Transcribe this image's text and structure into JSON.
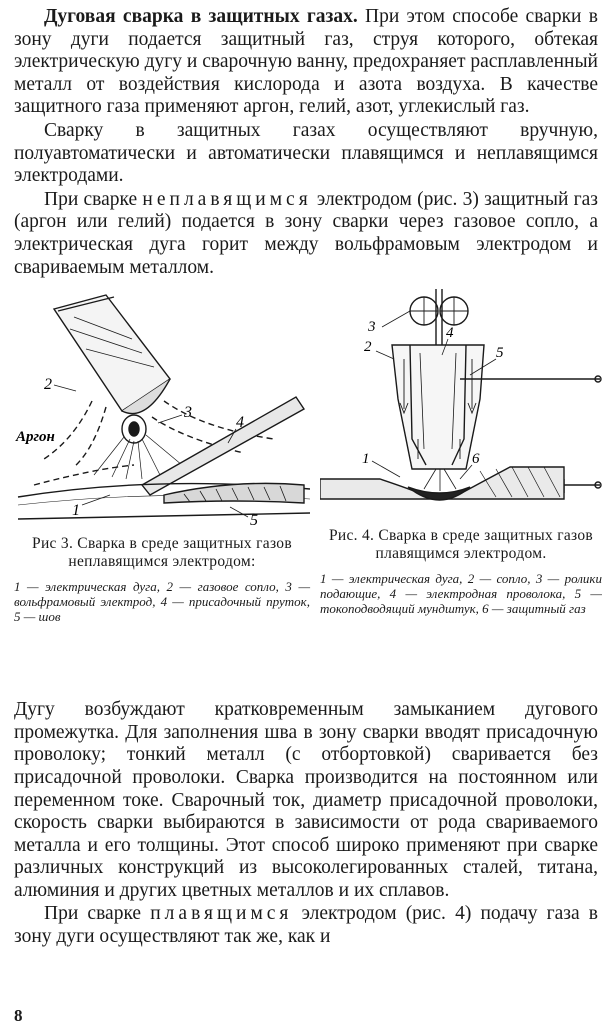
{
  "page": {
    "number": "8",
    "intro": {
      "lead": "Дуговая сварка в защитных газах.",
      "text": " При этом способе сварки в зону дуги подается защитный газ, струя которого, обтекая электрическую дугу и сварочную ванну, предохраняет расплавленный металл от воздействия кислорода и азота воздуха. В качестве защитного газа применяют аргон, гелий, азот, углекислый газ."
    },
    "para2": "Сварку в защитных газах осуществляют вручную, полуавтоматически и автоматически плавящимся и неплавящимся электродами.",
    "para3": {
      "before": "При сварке ",
      "spaced": "неплавящимся",
      "after": " электродом (рис. 3) защитный газ (аргон или гелий) подается в зону сварки через газовое сопло, а электрическая дуга горит между вольфрамовым электродом и свариваемым металлом."
    },
    "para4": "Дугу возбуждают кратковременным замыканием дугового промежутка. Для заполнения шва в зону сварки вводят присадочную проволоку; тонкий металл (с отбортовкой) сваривается без присадочной проволоки. Сварка производится на постоянном или переменном токе. Сварочный ток, диаметр присадочной проволоки, скорость сварки выбираются в зависимости от рода свариваемого металла и его толщины. Этот способ широко применяют при сварке различных конструкций из высоколегированных сталей, титана, алюминия и других цветных металлов и их сплавов.",
    "para5": {
      "before": "При сварке ",
      "spaced": "плавящимся",
      "after": " электродом (рис. 4) подачу газа в зону дуги осуществляют так же, как и"
    }
  },
  "figure3": {
    "caption": "Рис 3. Сварка в среде защитных газов неплавящимся электродом:",
    "legend": "1 — электрическая дуга, 2 — газовое сопло, 3 — вольфрамовый электрод, 4 — присадочный пруток, 5 — шов",
    "label_gas": "Аргон",
    "labels": [
      "1",
      "2",
      "3",
      "4",
      "5"
    ]
  },
  "figure4": {
    "caption": "Рис. 4. Сварка в среде защитных газов плавящимся электродом.",
    "legend": "1 — электрическая дуга, 2 — сопло, 3 — ролики подающие, 4 — электродная проволока, 5 — токоподводящий мундштук, 6 — защитный газ",
    "labels": [
      "1",
      "2",
      "3",
      "4",
      "5",
      "6"
    ]
  }
}
